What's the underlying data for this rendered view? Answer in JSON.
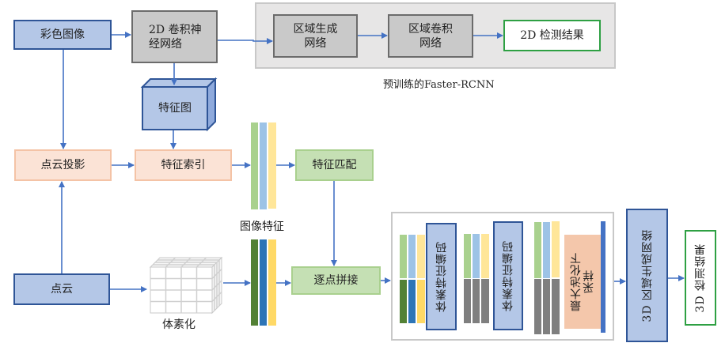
{
  "nodes": {
    "color_image": "彩色图像",
    "cnn_2d": "2D 卷积神经网络",
    "cnn_2d_line1": "2D 卷积神",
    "cnn_2d_line2": "经网络",
    "rpn_line1": "区域生成",
    "rpn_line2": "网络",
    "rcnn_line1": "区域卷积",
    "rcnn_line2": "网络",
    "det_2d": "2D 检测结果",
    "faster_rcnn_caption": "预训练的Faster-RCNN",
    "feature_map": "特征图",
    "pc_projection": "点云投影",
    "feature_index": "特征索引",
    "image_features_caption": "图像特征",
    "feature_matching": "特征匹配",
    "point_cloud": "点云",
    "voxelization_caption": "体素化",
    "pointwise_concat": "逐点拼接",
    "voxel_encoder_1": "体素特征编码",
    "voxel_encoder_2": "体素特征编码",
    "maxpool_line1": "最大池化下",
    "maxpool_line2": "采样",
    "rpn_3d": "3D 区域生成网络",
    "det_3d": "3D 检测结果"
  },
  "colors": {
    "wire": "#4472c4",
    "blue_fill": "#b4c7e7",
    "blue_border": "#2f5597",
    "feat_light_green": "#a9d18e",
    "feat_light_blue": "#9dc3e6",
    "feat_light_yellow": "#ffe699",
    "feat_dark_green": "#538135",
    "feat_dark_blue": "#2e75b6",
    "feat_dark_yellow": "#ffd966",
    "feat_gray": "#7f7f7f",
    "result_border": "#2ea043"
  }
}
